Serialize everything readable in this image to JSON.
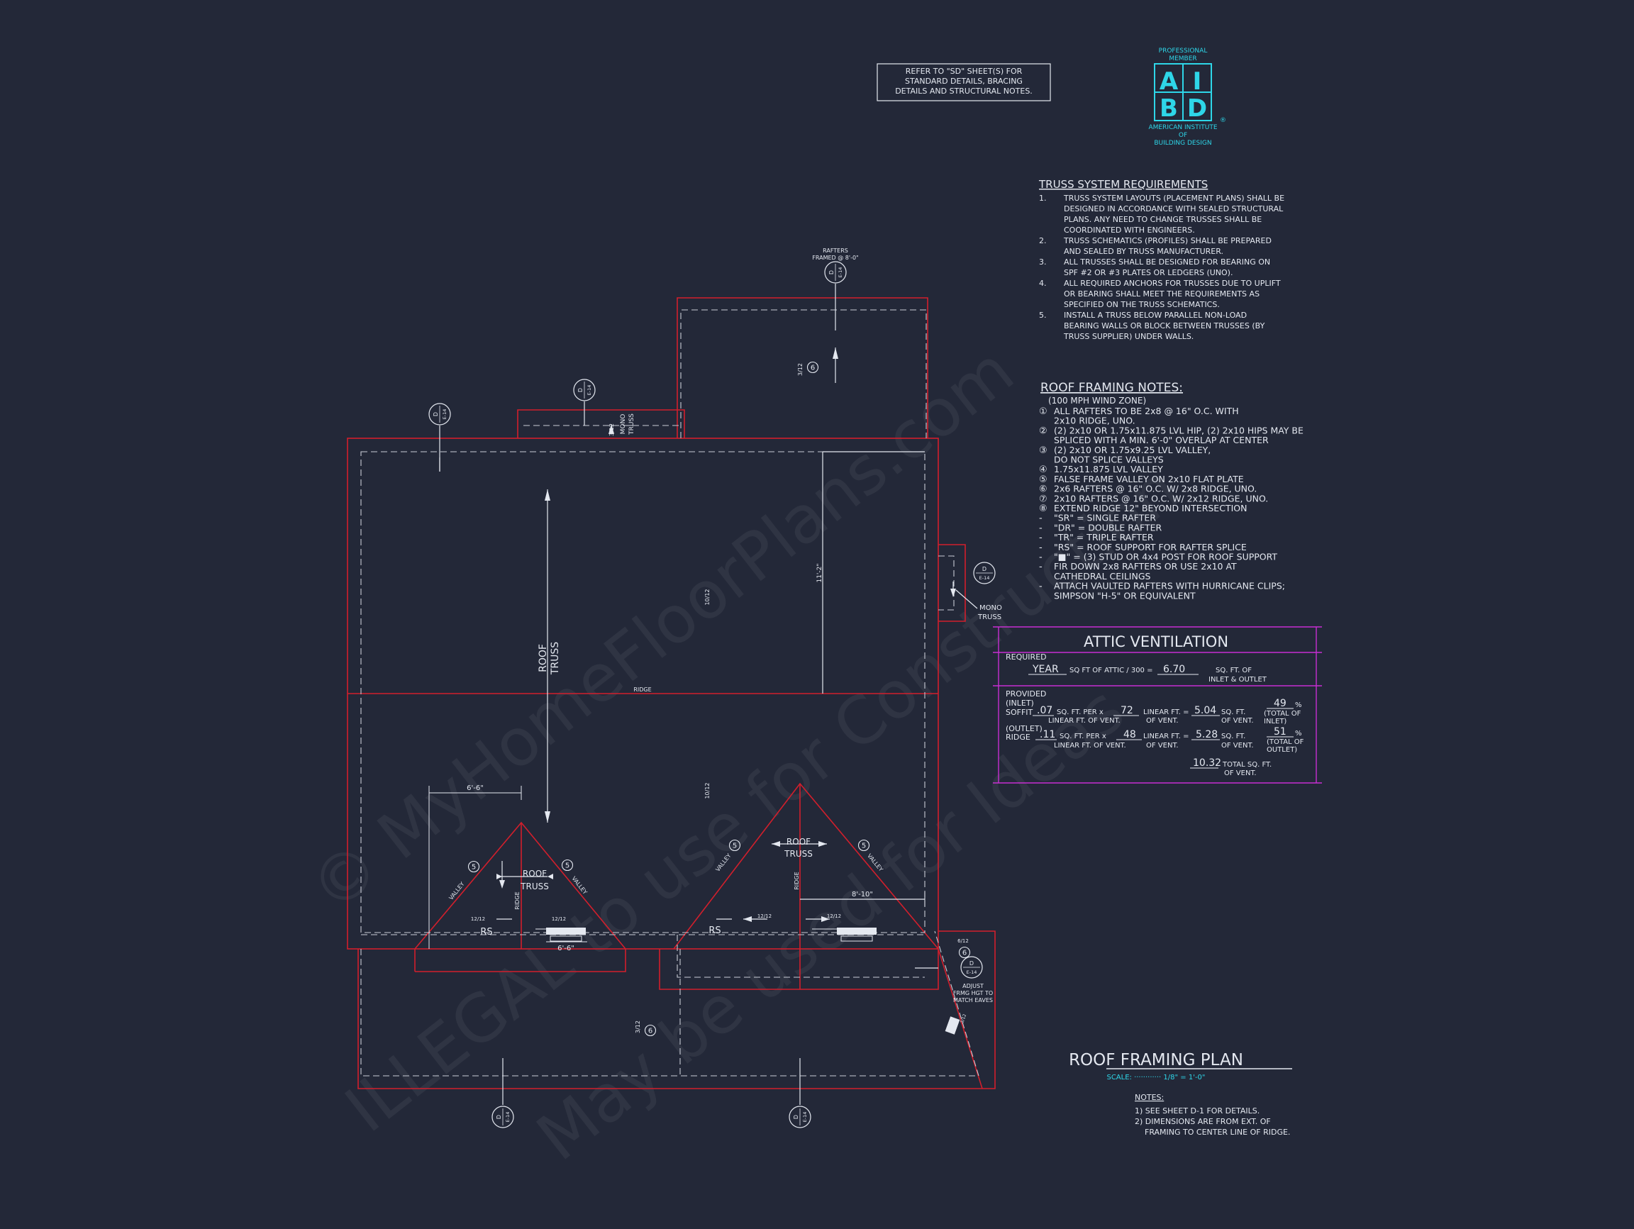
{
  "refer_note": [
    "REFER TO \"SD\" SHEET(S) FOR",
    "STANDARD DETAILS, BRACING",
    "DETAILS AND STRUCTURAL NOTES."
  ],
  "logo": {
    "top": [
      "PROFESSIONAL",
      "MEMBER"
    ],
    "letters": [
      "A",
      "I",
      "B",
      "D"
    ],
    "bottom": [
      "AMERICAN INSTITUTE",
      "OF",
      "BUILDING DESIGN"
    ],
    "reg": "®"
  },
  "truss": {
    "title": "TRUSS SYSTEM REQUIREMENTS",
    "items": [
      {
        "num": "1.",
        "lines": [
          "TRUSS SYSTEM LAYOUTS (PLACEMENT PLANS) SHALL BE",
          "DESIGNED IN ACCORDANCE WITH SEALED STRUCTURAL",
          "PLANS. ANY NEED TO CHANGE TRUSSES SHALL BE",
          "COORDINATED WITH ENGINEERS."
        ]
      },
      {
        "num": "2.",
        "lines": [
          "TRUSS SCHEMATICS (PROFILES) SHALL BE PREPARED",
          "AND SEALED BY TRUSS MANUFACTURER."
        ]
      },
      {
        "num": "3.",
        "lines": [
          "ALL TRUSSES SHALL BE DESIGNED FOR BEARING ON",
          "SPF #2 OR #3 PLATES OR LEDGERS (UNO)."
        ]
      },
      {
        "num": "4.",
        "lines": [
          "ALL REQUIRED ANCHORS FOR TRUSSES DUE TO UPLIFT",
          "OR BEARING SHALL MEET THE REQUIREMENTS AS",
          "SPECIFIED ON THE TRUSS SCHEMATICS."
        ]
      },
      {
        "num": "5.",
        "lines": [
          "INSTALL A TRUSS BELOW PARALLEL NON-LOAD",
          "BEARING WALLS OR BLOCK BETWEEN TRUSSES (BY",
          "TRUSS SUPPLIER) UNDER WALLS."
        ]
      }
    ]
  },
  "roof_notes": {
    "title": "ROOF FRAMING NOTES:",
    "subtitle": "(100 MPH WIND ZONE)",
    "items": [
      {
        "mark": "①",
        "lines": [
          "ALL RAFTERS TO BE 2x8 @ 16\" O.C. WITH",
          "2x10 RIDGE, UNO."
        ]
      },
      {
        "mark": "②",
        "lines": [
          "(2) 2x10 OR 1.75x11.875 LVL HIP, (2) 2x10 HIPS MAY BE",
          "SPLICED WITH A MIN. 6'-0\" OVERLAP AT CENTER"
        ]
      },
      {
        "mark": "③",
        "lines": [
          "(2) 2x10 OR 1.75x9.25 LVL VALLEY,",
          "DO NOT SPLICE VALLEYS"
        ]
      },
      {
        "mark": "④",
        "lines": [
          "1.75x11.875 LVL VALLEY"
        ]
      },
      {
        "mark": "⑤",
        "lines": [
          "FALSE FRAME VALLEY ON 2x10 FLAT PLATE"
        ]
      },
      {
        "mark": "⑥",
        "lines": [
          "2x6 RAFTERS @ 16\" O.C. W/ 2x8 RIDGE, UNO."
        ]
      },
      {
        "mark": "⑦",
        "lines": [
          "2x10 RAFTERS @ 16\" O.C. W/ 2x12 RIDGE, UNO."
        ]
      },
      {
        "mark": "⑧",
        "lines": [
          "EXTEND RIDGE 12\" BEYOND INTERSECTION"
        ]
      },
      {
        "mark": "-",
        "lines": [
          "\"SR\" = SINGLE RAFTER"
        ]
      },
      {
        "mark": "-",
        "lines": [
          "\"DR\" = DOUBLE RAFTER"
        ]
      },
      {
        "mark": "-",
        "lines": [
          "\"TR\" = TRIPLE RAFTER"
        ]
      },
      {
        "mark": "-",
        "lines": [
          "\"RS\" = ROOF SUPPORT FOR RAFTER SPLICE"
        ]
      },
      {
        "mark": "-",
        "lines": [
          "\"■\" = (3) STUD OR 4x4 POST FOR ROOF SUPPORT"
        ]
      },
      {
        "mark": "-",
        "lines": [
          "FIR DOWN 2x8 RAFTERS OR USE 2x10 AT",
          "CATHEDRAL CEILINGS"
        ]
      },
      {
        "mark": "-",
        "lines": [
          "ATTACH VAULTED RAFTERS WITH HURRICANE CLIPS;",
          "SIMPSON \"H-5\" OR EQUIVALENT"
        ]
      }
    ]
  },
  "attic": {
    "title": "ATTIC VENTILATION",
    "required_label": "REQUIRED",
    "req_area": "YEAR",
    "req_formula": "SQ FT OF ATTIC / 300 =",
    "req_value": "6.70",
    "req_unit": [
      "SQ. FT. OF",
      "INLET & OUTLET"
    ],
    "provided_label": [
      "PROVIDED",
      "(INLET)"
    ],
    "soffit": {
      "label": "SOFFIT",
      "per": ".07",
      "per_unit": [
        "SQ. FT. PER x",
        "LINEAR FT. OF VENT."
      ],
      "lin": "72",
      "lin_unit": [
        "LINEAR FT. =",
        "OF VENT."
      ],
      "total": "5.04",
      "total_unit": [
        "SQ. FT.",
        "OF VENT."
      ],
      "pct": "49",
      "pct_sym": "%",
      "pct_unit": [
        "(TOTAL OF",
        "INLET)"
      ]
    },
    "ridge": {
      "label_pre": "(OUTLET)",
      "label": "RIDGE",
      "per": ".11",
      "per_unit": [
        "SQ. FT. PER x",
        "LINEAR FT. OF VENT."
      ],
      "lin": "48",
      "lin_unit": [
        "LINEAR FT. =",
        "OF VENT."
      ],
      "total": "5.28",
      "total_unit": [
        "SQ. FT.",
        "OF VENT."
      ],
      "pct": "51",
      "pct_sym": "%",
      "pct_unit": [
        "(TOTAL OF",
        "OUTLET)"
      ]
    },
    "grand_total": "10.32",
    "grand_unit": [
      "TOTAL SQ. FT.",
      "OF VENT."
    ]
  },
  "plan_title": "ROOF FRAMING PLAN",
  "scale": "SCALE: ············ 1/8\" = 1'-0\"",
  "plan_notes": {
    "title": "NOTES:",
    "lines": [
      "1) SEE SHEET D-1 FOR DETAILS.",
      "2) DIMENSIONS ARE FROM EXT. OF",
      "    FRAMING TO CENTER LINE OF RIDGE."
    ]
  },
  "plan_labels": {
    "roof_truss": [
      "ROOF",
      "TRUSS"
    ],
    "ridge": "RIDGE",
    "valley": "VALLEY",
    "rs": "RS",
    "mono_truss": [
      "MONO",
      "TRUSS"
    ],
    "rafters_framed": [
      "RAFTERS",
      "FRAMED @ 8'-0\""
    ],
    "adjust": [
      "ADJUST",
      "FRMG HGT TO",
      "MATCH EAVES"
    ],
    "dim_11_2": "11'-2\"",
    "dim_6_6": "6'-6\"",
    "dim_8_10": "8'-10\"",
    "pitch_10_12": "10/12",
    "pitch_3_12": "3/12",
    "pitch_6_12": "6/12",
    "pitch_12_12": "12/12",
    "section_d": "D",
    "section_e14": "E-14",
    "circle_5": "5",
    "circle_6": "6"
  },
  "watermark": [
    "© MyHomeFloorPlans.com",
    "ILLEGAL to use for Construction",
    "May be used for Ideas"
  ],
  "colors": {
    "bg": "#232838",
    "wall": "#d21f2c",
    "line": "#e4e8f0",
    "magenta": "#c82ed2",
    "cyan": "#2ed6e8"
  }
}
